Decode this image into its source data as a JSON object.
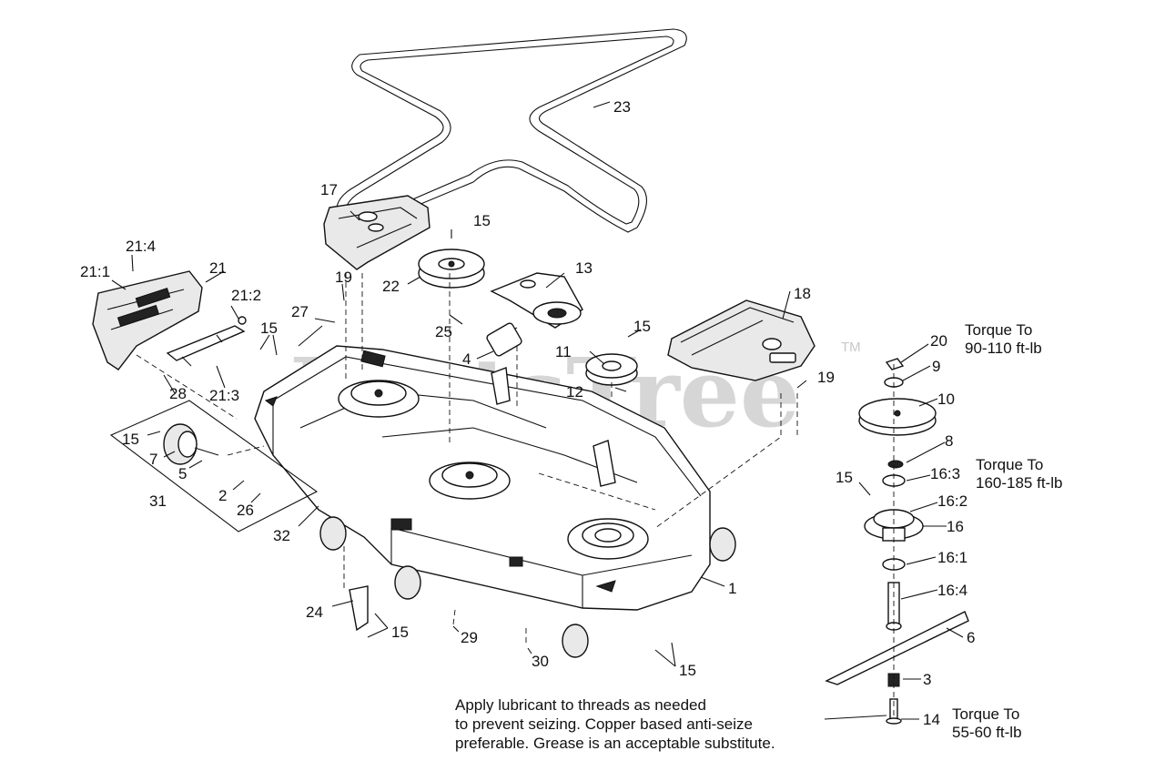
{
  "watermark": {
    "text": "PartsTree",
    "trademark": "TM"
  },
  "callouts": {
    "c1": "1",
    "c2": "2",
    "c3": "3",
    "c4": "4",
    "c5": "5",
    "c6": "6",
    "c7": "7",
    "c8": "8",
    "c9": "9",
    "c10": "10",
    "c11": "11",
    "c12": "12",
    "c13": "13",
    "c14": "14",
    "c15": "15",
    "c16": "16",
    "c16_1": "16:1",
    "c16_2": "16:2",
    "c16_3": "16:3",
    "c16_4": "16:4",
    "c17": "17",
    "c18": "18",
    "c19": "19",
    "c20": "20",
    "c21": "21",
    "c21_1": "21:1",
    "c21_2": "21:2",
    "c21_3": "21:3",
    "c21_4": "21:4",
    "c22": "22",
    "c23": "23",
    "c24": "24",
    "c25": "25",
    "c26": "26",
    "c27": "27",
    "c28": "28",
    "c29": "29",
    "c30": "30",
    "c31": "31",
    "c32": "32"
  },
  "torque_notes": {
    "t20_line1": "Torque To",
    "t20_line2": "90-110 ft-lb",
    "t8_line1": "Torque To",
    "t8_line2": "160-185 ft-lb",
    "t14_line1": "Torque To",
    "t14_line2": "55-60 ft-lb"
  },
  "lubricant_note": {
    "line1": "Apply lubricant to threads as needed",
    "line2": "to prevent seizing. Copper based anti-seize",
    "line3": "preferable. Grease is an acceptable substitute."
  }
}
